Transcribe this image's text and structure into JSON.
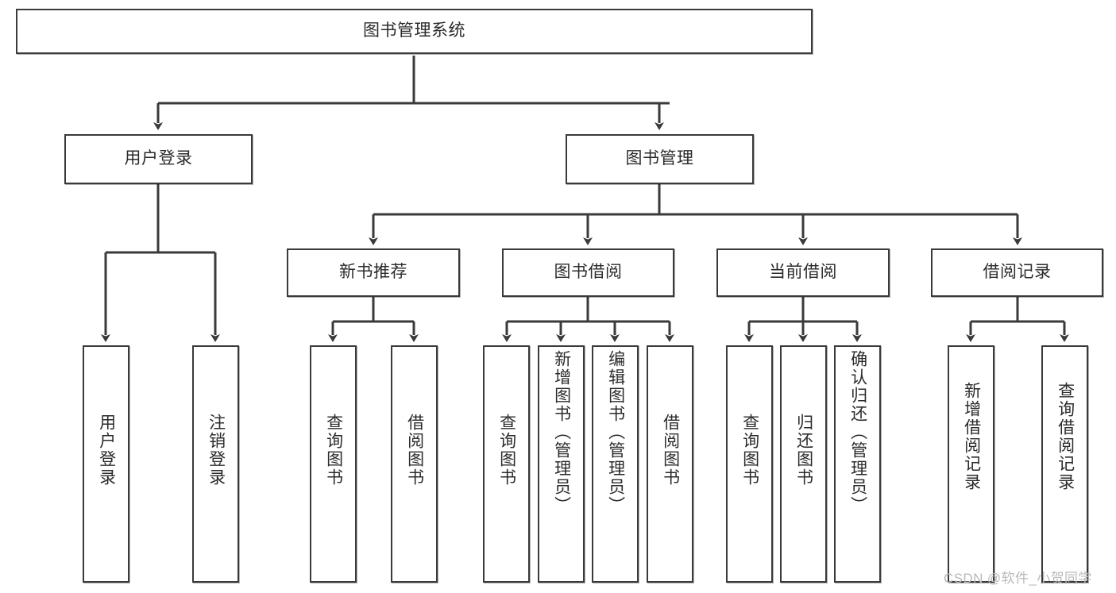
{
  "diagram": {
    "type": "hierarchy-tree",
    "title": "图书管理系统",
    "root": {
      "label": "图书管理系统"
    },
    "level2": [
      {
        "id": "user-login",
        "label": "用户登录"
      },
      {
        "id": "book-management",
        "label": "图书管理"
      }
    ],
    "level3": [
      {
        "id": "new-book-recommend",
        "label": "新书推荐",
        "parent": "book-management"
      },
      {
        "id": "book-borrow",
        "label": "图书借阅",
        "parent": "book-management"
      },
      {
        "id": "current-borrow",
        "label": "当前借阅",
        "parent": "book-management"
      },
      {
        "id": "borrow-record",
        "label": "借阅记录",
        "parent": "book-management"
      }
    ],
    "leaves": [
      {
        "id": "leaf-user-login",
        "label": "用户登录",
        "parent": "user-login"
      },
      {
        "id": "leaf-logout-login",
        "label": "注销登录",
        "parent": "user-login"
      },
      {
        "id": "leaf-query-book-1",
        "label": "查询图书",
        "parent": "new-book-recommend"
      },
      {
        "id": "leaf-borrow-book-1",
        "label": "借阅图书",
        "parent": "new-book-recommend"
      },
      {
        "id": "leaf-query-book-2",
        "label": "查询图书",
        "parent": "book-borrow"
      },
      {
        "id": "leaf-add-book",
        "label": "新增图书（管理员）",
        "parent": "book-borrow"
      },
      {
        "id": "leaf-edit-book",
        "label": "编辑图书（管理员）",
        "parent": "book-borrow"
      },
      {
        "id": "leaf-borrow-book-2",
        "label": "借阅图书",
        "parent": "book-borrow"
      },
      {
        "id": "leaf-query-book-3",
        "label": "查询图书",
        "parent": "current-borrow"
      },
      {
        "id": "leaf-return-book",
        "label": "归还图书",
        "parent": "current-borrow"
      },
      {
        "id": "leaf-confirm-return",
        "label": "确认归还（管理员）",
        "parent": "current-borrow"
      },
      {
        "id": "leaf-add-record",
        "label": "新增借阅记录",
        "parent": "borrow-record"
      },
      {
        "id": "leaf-query-record",
        "label": "查询借阅记录",
        "parent": "borrow-record"
      }
    ],
    "colors": {
      "stroke": "#3a3a3a",
      "fill": "#ffffff",
      "text": "#2b2b2b",
      "watermark": "#b9b9b9"
    }
  },
  "watermark": {
    "text": "CSDN @软件_小贺同学"
  }
}
